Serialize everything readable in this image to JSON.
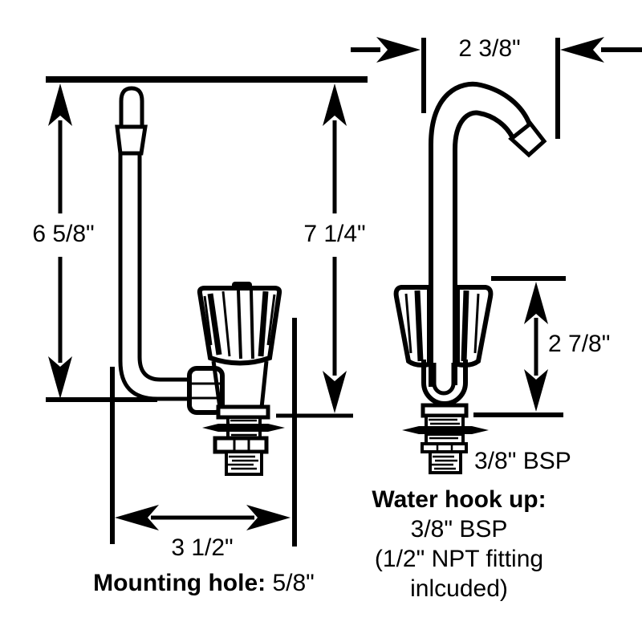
{
  "colors": {
    "ink": "#000000",
    "paper": "#ffffff"
  },
  "views": {
    "left": {
      "dim_spout_height": "6 5/8\"",
      "dim_overall_height": "7 1/4\"",
      "dim_spread": "3 1/2\"",
      "mounting_label": "Mounting hole:",
      "mounting_value": "5/8\""
    },
    "right": {
      "dim_spout_reach": "2 3/8\"",
      "dim_body_height": "2 7/8\"",
      "thread_size": "3/8\" BSP",
      "hookup_line1": "Water hook up:",
      "hookup_line2": "3/8\" BSP",
      "hookup_line3": "(1/2\" NPT fitting",
      "hookup_line4": "inlcuded)"
    }
  }
}
